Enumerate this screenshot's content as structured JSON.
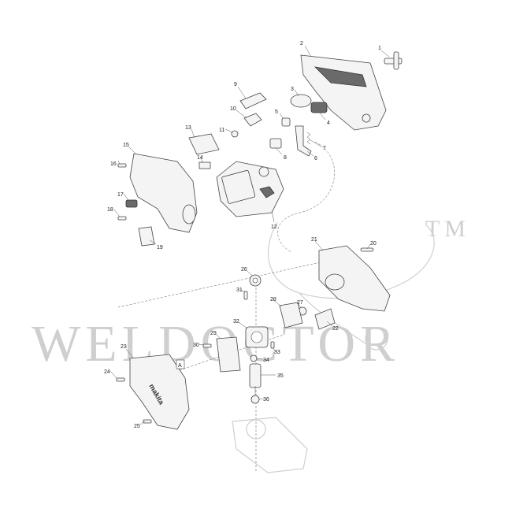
{
  "watermark": {
    "text": "WELDOCTOR",
    "tm": "TM"
  },
  "callouts": [
    "1",
    "2",
    "3",
    "4",
    "5",
    "6",
    "7",
    "8",
    "9",
    "10",
    "11",
    "12",
    "13",
    "14",
    "15",
    "16",
    "17",
    "18",
    "19",
    "20",
    "21",
    "22",
    "23",
    "24",
    "25",
    "26",
    "27",
    "28",
    "29",
    "30",
    "31",
    "32",
    "33",
    "34",
    "35",
    "36"
  ],
  "section_mark": "A",
  "brand_text": "makita"
}
